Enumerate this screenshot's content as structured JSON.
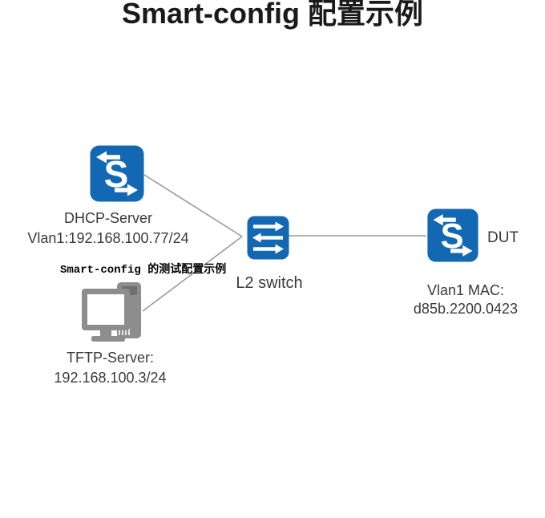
{
  "title": "Smart-config 配置示例",
  "caption": "Smart-config 的测试配置示例",
  "diagram": {
    "dhcp_server": {
      "label": "DHCP-Server",
      "address": "Vlan1:192.168.100.77/24",
      "icon": "switch-s-icon",
      "icon_letter": "S"
    },
    "tftp_server": {
      "label": "TFTP-Server:",
      "address": "192.168.100.3/24",
      "icon": "desktop-pc-icon"
    },
    "l2_switch": {
      "label": "L2 switch",
      "icon": "lan-switch-icon"
    },
    "dut": {
      "label": "DUT",
      "mac_label": "Vlan1 MAC:",
      "mac_value": "d85b.2200.0423",
      "icon": "switch-s-icon",
      "icon_letter": "S"
    },
    "connections": [
      {
        "from": "dhcp-server",
        "to": "l2-switch"
      },
      {
        "from": "tftp-server",
        "to": "l2-switch"
      },
      {
        "from": "l2-switch",
        "to": "dut"
      }
    ]
  },
  "colors": {
    "device_blue": "#1268b3",
    "pc_gray": "#8d8d8d",
    "pc_gray_dark": "#707070",
    "line_gray": "#9a9a9a",
    "text_dark": "#3a3a3a"
  }
}
